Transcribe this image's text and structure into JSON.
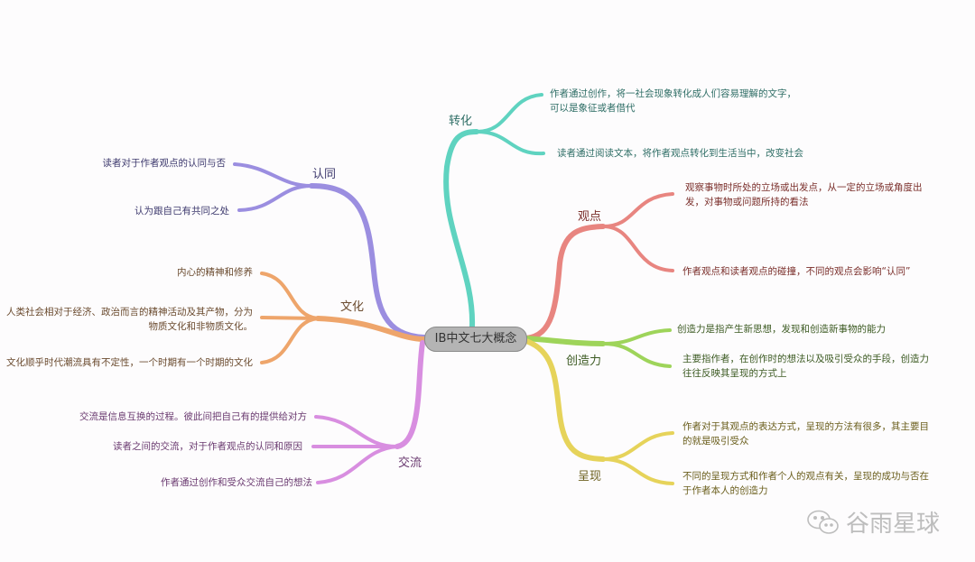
{
  "center": "IB中文七大概念",
  "branches": {
    "zhuanhua": {
      "label": "转化",
      "color": "#5fd3c0",
      "items": [
        "作者通过创作，将一社会现象转化成人们容易理解的文字，\n可以是象征或者借代",
        "读者通过阅读文本，将作者观点转化到生活当中，改变社会"
      ]
    },
    "rentong": {
      "label": "认同",
      "color": "#9b8ee0",
      "items": [
        "读者对于作者观点的认同与否",
        "认为跟自己有共同之处"
      ]
    },
    "wenhua": {
      "label": "文化",
      "color": "#eea56b",
      "items": [
        "内心的精神和修养",
        "人类社会相对于经济、政治而言的精神活动及其产物，分为\n物质文化和非物质文化。",
        "文化顺乎时代潮流具有不定性，一个时期有一个时期的文化"
      ]
    },
    "jiaoliu": {
      "label": "交流",
      "color": "#d88ee0",
      "items": [
        "交流是信息互换的过程。彼此间把自己有的提供给对方",
        "读者之间的交流，对于作者观点的认同和原因",
        "作者通过创作和受众交流自己的想法"
      ]
    },
    "guandian": {
      "label": "观点",
      "color": "#e88580",
      "items": [
        "观察事物时所处的立场或出发点，从一定的立场或角度出\n发，对事物或问题所持的看法",
        "作者观点和读者观点的碰撞，不同的观点会影响“认同”"
      ]
    },
    "chuangzaoli": {
      "label": "创造力",
      "color": "#9ed45a",
      "items": [
        "创造力是指产生新思想，发现和创造新事物的能力",
        "主要指作者，在创作时的想法以及吸引受众的手段，创造力\n往往反映其呈现的方式上"
      ]
    },
    "chengxian": {
      "label": "呈现",
      "color": "#e6d35a",
      "items": [
        "作者对于其观点的表达方式，呈现的方法有很多，其主要目\n的就是吸引受众",
        "不同的呈现方式和作者个人的观点有关，呈现的成功与否在\n于作者本人的创造力"
      ]
    }
  },
  "watermark": "谷雨星球"
}
